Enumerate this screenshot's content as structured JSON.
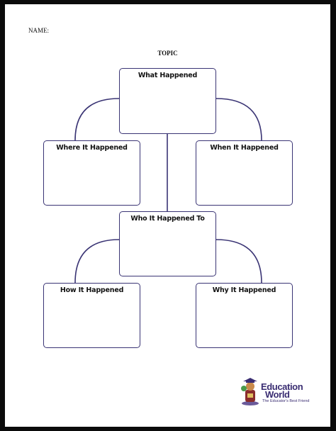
{
  "header": {
    "name_label": "NAME:",
    "topic_label": "TOPIC"
  },
  "boxes": {
    "what": "What Happened",
    "where": "Where It Happened",
    "when": "When It Happened",
    "who": "Who It Happened To",
    "how": "How It Happened",
    "why": "Why It Happened"
  },
  "logo": {
    "word1": "Education",
    "word2": "World",
    "tagline": "The Educator's Best Friend",
    "icon": "education-world-mascot-icon"
  },
  "colors": {
    "box_border": "#3a3474",
    "logo_text": "#3a2d72",
    "background": "#ffffff"
  }
}
